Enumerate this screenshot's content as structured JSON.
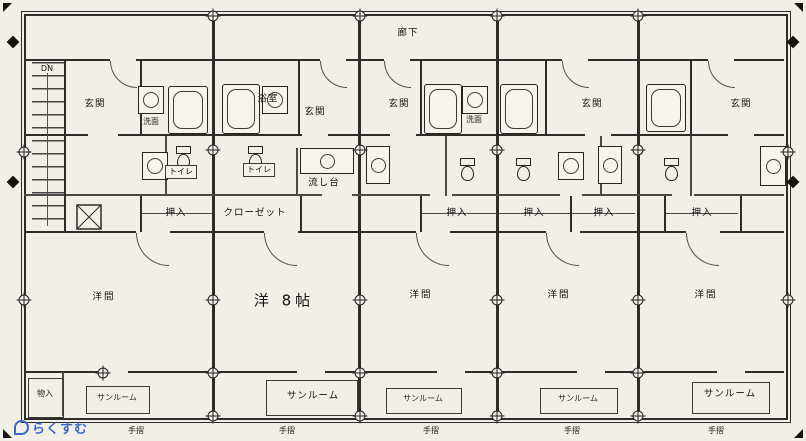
{
  "plan": {
    "watermark": "らくすむ",
    "colors": {
      "paper": "#f1efe8",
      "ink": "#2e2d2b",
      "watermark_blue": "#3e68c6"
    },
    "labels": {
      "corridor": "廊下",
      "down": "DN",
      "entrance": "玄関",
      "bathroom": "浴室",
      "washroom": "洗面",
      "toilet": "トイレ",
      "kitchen_sink": "流し台",
      "oshiire": "押入",
      "closet": "クローゼット",
      "western_room_8": "洋 8帖",
      "western_room": "洋間",
      "sunroom": "サンルーム",
      "storage": "物入",
      "handrail": "手摺"
    }
  }
}
